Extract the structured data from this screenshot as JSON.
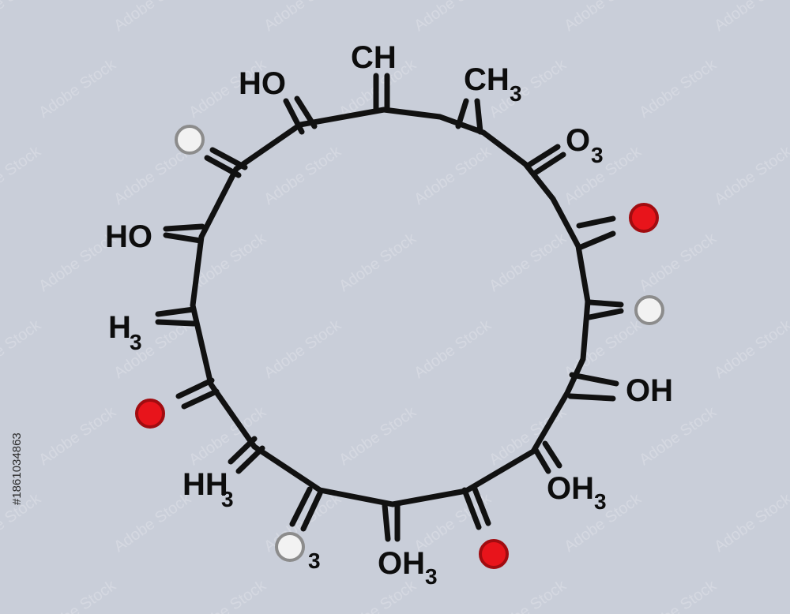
{
  "labels": {
    "ch_top": "CH",
    "ch3_top": "CH",
    "ch3_top_sub": "3",
    "ho_top": "HO",
    "o3_right": "O",
    "o3_right_sub": "3",
    "ho_left": "HO",
    "oh_right": "OH",
    "h3_left": "H",
    "h3_left_sub": "3",
    "oh3_lower_right": "OH",
    "oh3_lower_right_sub": "3",
    "hh3_lower_left": "HH",
    "hh3_lower_left_sub": "3",
    "oh3_bottom": "OH",
    "oh3_bottom_sub": "3",
    "sub3_bottom_left": "3"
  },
  "watermark": {
    "text": "Adobe Stock",
    "stock_id": "#1861034863"
  },
  "colors": {
    "background": "#c9ced9",
    "bond": "#111111",
    "oxygen_atom": "#e8141b",
    "hydrogen_atom": "#f2f2f2"
  },
  "atoms": [
    {
      "name": "hydrogen-atom-top-left",
      "element": "H"
    },
    {
      "name": "oxygen-atom-right",
      "element": "O"
    },
    {
      "name": "hydrogen-atom-right",
      "element": "H"
    },
    {
      "name": "oxygen-atom-left",
      "element": "O"
    },
    {
      "name": "hydrogen-atom-bottom-left",
      "element": "H"
    },
    {
      "name": "oxygen-atom-bottom",
      "element": "O"
    }
  ]
}
